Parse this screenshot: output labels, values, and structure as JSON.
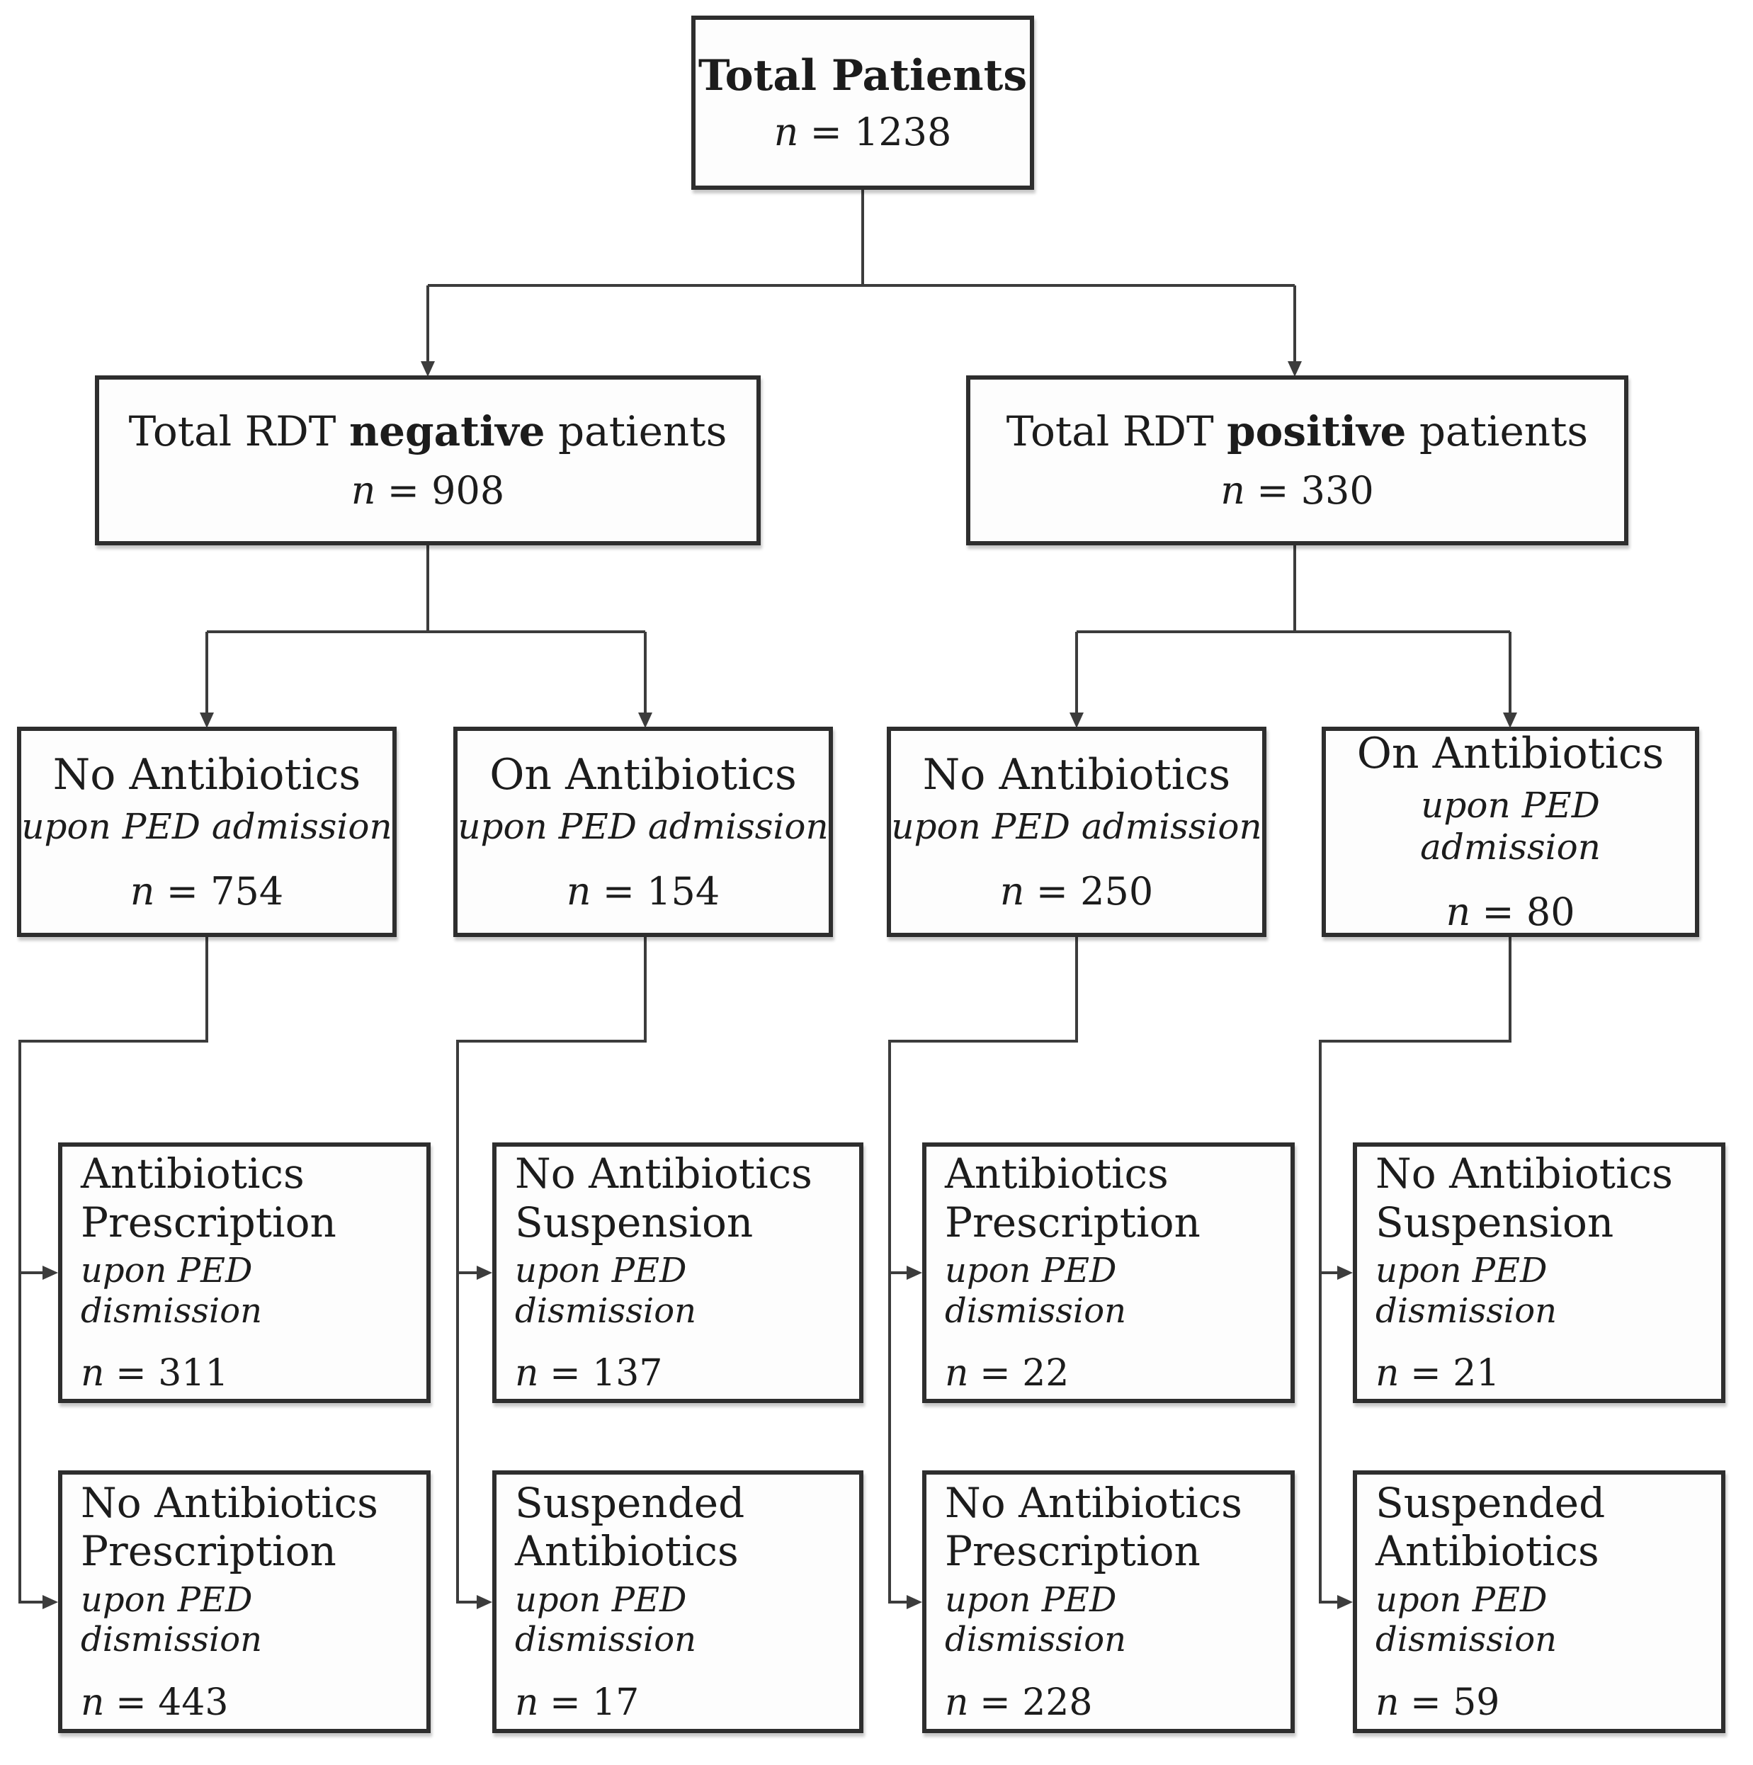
{
  "figure": {
    "type": "flowchart",
    "background": "#ffffff",
    "line_color": "#3c3c3c",
    "box_border_color": "#2e2e2e"
  },
  "diagram": {
    "root": {
      "title": "Total Patients",
      "n_prefix": "n",
      "n_suffix": "= 1238"
    },
    "level2": [
      {
        "title_pre": "Total RDT",
        "title_bold": "negative",
        "title_post": "patients",
        "n_prefix": "n",
        "n_suffix": "= 908"
      },
      {
        "title_pre": "Total RDT",
        "title_bold": "positive",
        "title_post": "patients",
        "n_prefix": "n",
        "n_suffix": "= 330"
      }
    ],
    "level3": [
      {
        "title": "No Antibiotics",
        "subtitle": "upon PED admission",
        "n_prefix": "n",
        "n_suffix": "= 754"
      },
      {
        "title": "On Antibiotics",
        "subtitle": "upon PED admission",
        "n_prefix": "n",
        "n_suffix": "= 154"
      },
      {
        "title": "No Antibiotics",
        "subtitle": "upon PED admission",
        "n_prefix": "n",
        "n_suffix": "= 250"
      },
      {
        "title": "On Antibiotics",
        "subtitle": "upon PED admission",
        "n_prefix": "n",
        "n_suffix": "= 80"
      }
    ],
    "leaves": [
      {
        "title": "Antibiotics Prescription",
        "subtitle": "upon PED dismission",
        "n_prefix": "n",
        "n_suffix": "= 311"
      },
      {
        "title": "No Antibiotics Prescription",
        "subtitle": "upon PED dismission",
        "n_prefix": "n",
        "n_suffix": "= 443"
      },
      {
        "title": "No Antibiotics Suspension",
        "subtitle": "upon PED dismission",
        "n_prefix": "n",
        "n_suffix": "= 137"
      },
      {
        "title": "Suspended Antibiotics",
        "subtitle": "upon PED dismission",
        "n_prefix": "n",
        "n_suffix": "= 17"
      },
      {
        "title": "Antibiotics Prescription",
        "subtitle": "upon PED dismission",
        "n_prefix": "n",
        "n_suffix": "= 22"
      },
      {
        "title": "No Antibiotics Prescription",
        "subtitle": "upon PED dismission",
        "n_prefix": "n",
        "n_suffix": "= 228"
      },
      {
        "title": "No Antibiotics Suspension",
        "subtitle": "upon PED dismission",
        "n_prefix": "n",
        "n_suffix": "= 21"
      },
      {
        "title": "Suspended Antibiotics",
        "subtitle": "upon PED dismission",
        "n_prefix": "n",
        "n_suffix": "= 59"
      }
    ]
  }
}
